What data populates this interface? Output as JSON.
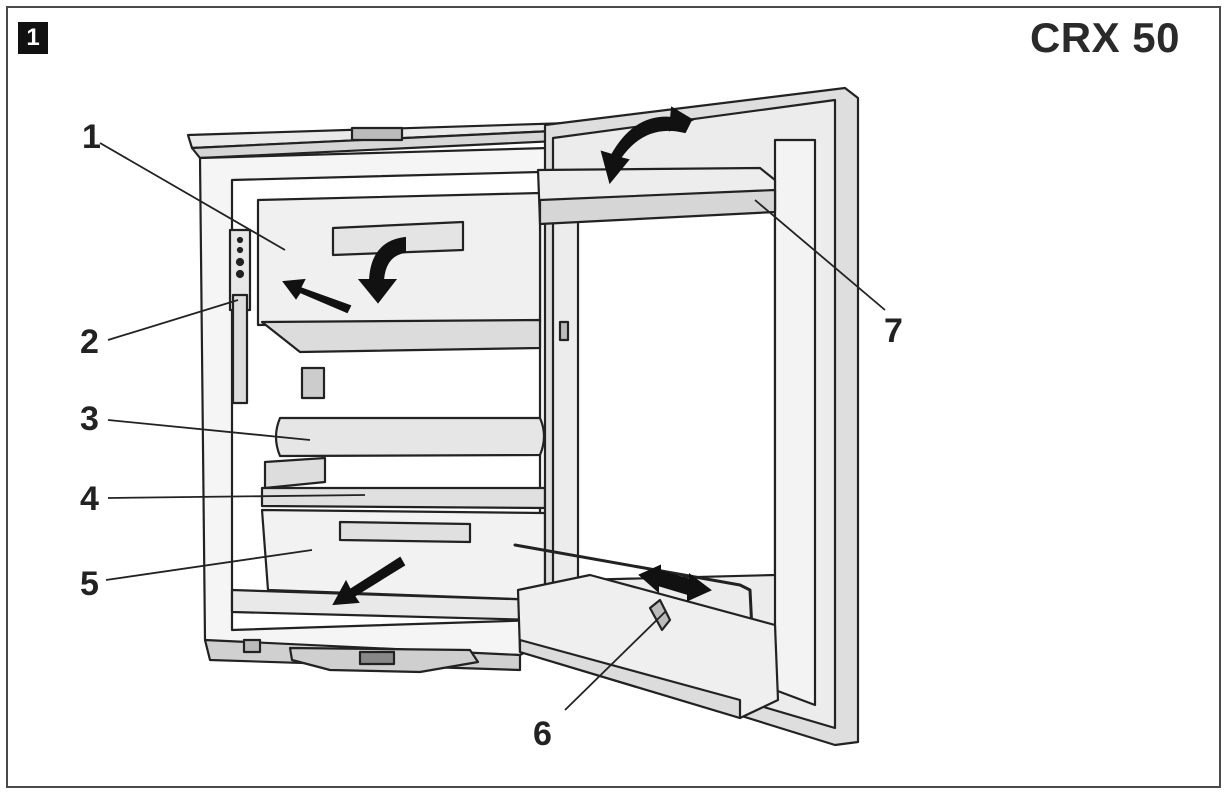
{
  "figure": {
    "number": "1",
    "model": "CRX 50"
  },
  "callouts": [
    {
      "id": "1",
      "label": "1"
    },
    {
      "id": "2",
      "label": "2"
    },
    {
      "id": "3",
      "label": "3"
    },
    {
      "id": "4",
      "label": "4"
    },
    {
      "id": "5",
      "label": "5"
    },
    {
      "id": "6",
      "label": "6"
    },
    {
      "id": "7",
      "label": "7"
    }
  ],
  "colors": {
    "line": "#222222",
    "fill_light": "#f2f2f2",
    "fill_mid": "#e2e2e2",
    "fill_dark": "#bdbdbd"
  }
}
